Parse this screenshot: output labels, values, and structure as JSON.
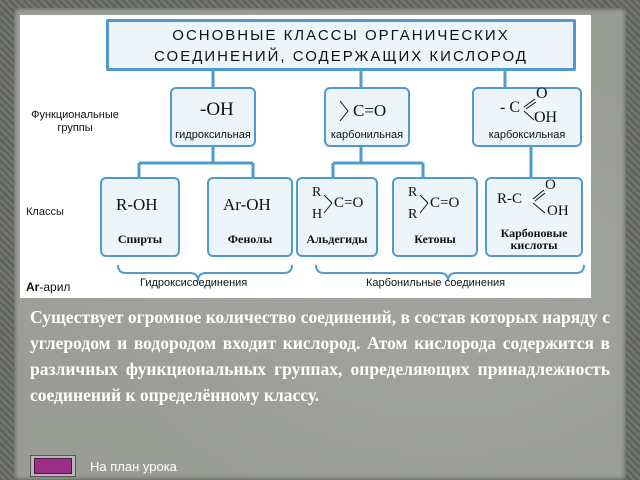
{
  "diagram": {
    "title_line1": "ОСНОВНЫЕ КЛАССЫ ОРГАНИЧЕСКИХ",
    "title_line2": "СОЕДИНЕНИЙ, СОДЕРЖАЩИХ КИСЛОРОД",
    "row_label_groups_line1": "Функциональные",
    "row_label_groups_line2": "группы",
    "row_label_classes": "Классы",
    "aryl_note_bold": "Ar",
    "aryl_note_rest": "-арил",
    "groups": [
      {
        "formula": "-OH",
        "caption": "гидроксильная"
      },
      {
        "formula": "C=O",
        "caption": "карбонильная"
      },
      {
        "formula_c": "- C",
        "formula_o_top": "O",
        "formula_oh": "OH",
        "caption": "карбоксильная"
      }
    ],
    "classes": [
      {
        "formula": "R-OH",
        "name": "Спирты"
      },
      {
        "formula": "Ar-OH",
        "name": "Фенолы"
      },
      {
        "r1": "R",
        "r2": "H",
        "core": "C=O",
        "name": "Альдегиды"
      },
      {
        "r1": "R",
        "r2": "R",
        "core": "C=O",
        "name": "Кетоны"
      },
      {
        "rc": "R-C",
        "o_top": "O",
        "oh": "OH",
        "name_line1": "Карбоновые",
        "name_line2": "кислоты"
      }
    ],
    "bracket_hydroxy": "Гидроксисоединения",
    "bracket_carbonyl": "Карбонильные соединения"
  },
  "paragraph": "Существует огромное количество соединений, в состав которых наряду с углеродом и водородом входит кислород. Атом кислорода содержится в различных функциональных группах, определяющих принадлежность соединений к определённому классу.",
  "nav": {
    "link_label": "На план урока"
  },
  "colors": {
    "box_border": "#4f9bd0",
    "box_fill": "#eef4fb",
    "nav_button": "#9b2f86"
  }
}
